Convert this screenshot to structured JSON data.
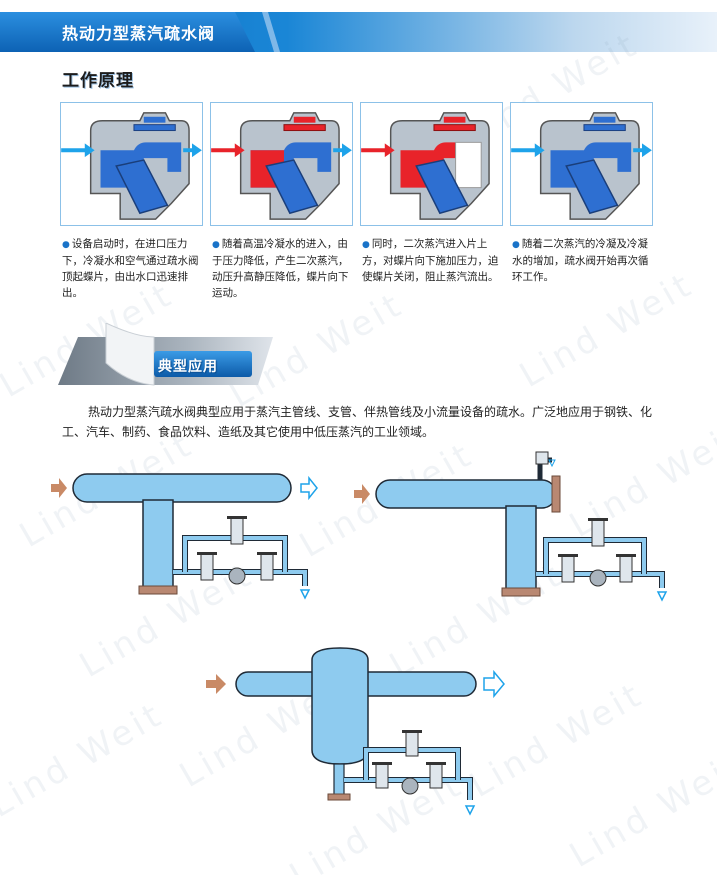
{
  "header": {
    "title": "热动力型蒸汽疏水阀"
  },
  "principle": {
    "title": "工作原理",
    "steps": [
      {
        "text": "设备启动时，在进口压力下，冷凝水和空气通过疏水阀顶起蝶片，由出水口迅速排出。"
      },
      {
        "text": "随着高温冷凝水的进入，由于压力降低，产生二次蒸汽，动压升高静压降低，蝶片向下运动。"
      },
      {
        "text": "同时，二次蒸汽进入片上方，对蝶片向下施加压力，迫使蝶片关闭，阻止蒸汽流出。"
      },
      {
        "text": "随着二次蒸汽的冷凝及冷凝水的增加，疏水阀开始再次循环工作。"
      }
    ]
  },
  "application": {
    "title": "典型应用",
    "text": "热动力型蒸汽疏水阀典型应用于蒸汽主管线、支管、伴热管线及小流量设备的疏水。广泛地应用于钢铁、化工、汽车、制药、食品饮料、造纸及其它使用中低压蒸汽的工业领域。"
  },
  "watermark": {
    "text": "Lind Weit"
  },
  "colors": {
    "pipe_fill": "#8ecbef",
    "pipe_stroke": "#1f2a36",
    "flange": "#b98872",
    "water_blue": "#2e6fd1",
    "steam_red": "#e8232a",
    "arrow_blue": "#1ea3ea",
    "arrow_red": "#e8232a",
    "inlet_arrow": "#c98a66"
  }
}
